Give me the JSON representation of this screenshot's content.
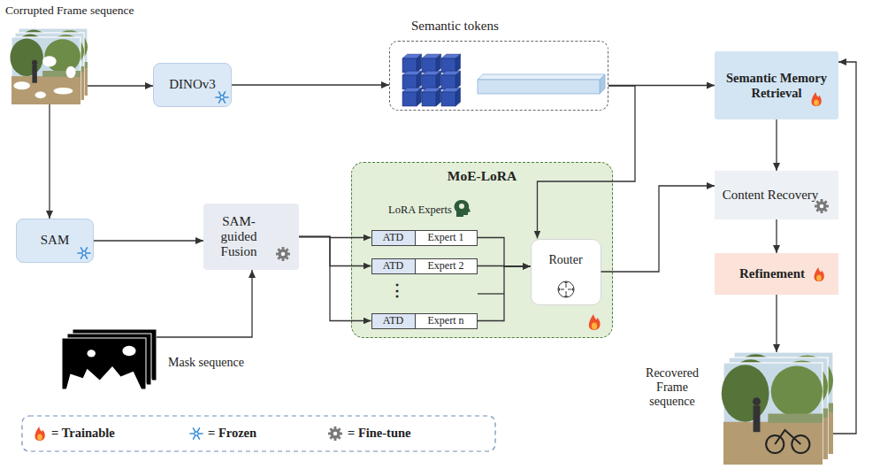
{
  "diagram": {
    "nodes": [
      {
        "text": [
          "DINOv3"
        ]
      },
      {
        "text": [
          "Semantic tokens"
        ]
      },
      {
        "text": [
          "Semantic Memory Retrieval"
        ]
      },
      {
        "text": [
          "SAM"
        ]
      },
      {
        "text": [
          "SAM-guided Fusion"
        ]
      },
      {
        "text": [
          "MoE-LoRA",
          "LoRA Experts"
        ]
      },
      {
        "text": [
          "ATD"
        ],
        "in": 5
      },
      {
        "text": [
          "Expert 1"
        ],
        "in": 5
      },
      {
        "text": [
          "ATD"
        ],
        "in": 5
      },
      {
        "text": [
          "Expert 2"
        ],
        "in": 5
      },
      {
        "text": [
          "ATD"
        ],
        "in": 5
      },
      {
        "text": [
          "Expert n"
        ],
        "in": 5
      },
      {
        "text": [
          "Router"
        ],
        "in": 5
      },
      {
        "text": [
          "Content Recovery"
        ]
      },
      {
        "text": [
          "Refinement"
        ]
      }
    ],
    "edges": [
      {
        "from": 0,
        "to": 1,
        "arrow": "to"
      },
      {
        "from": 1,
        "to": 2,
        "arrow": "to"
      },
      {
        "from": 1,
        "to": 12,
        "arrow": "to"
      },
      {
        "from": 3,
        "to": 4,
        "arrow": "to"
      },
      {
        "from": 4,
        "to": 6,
        "arrow": "to"
      },
      {
        "from": 4,
        "to": 8,
        "arrow": "to"
      },
      {
        "from": 4,
        "to": 10,
        "arrow": "to"
      },
      {
        "from": 7,
        "to": 12,
        "arrow": "to"
      },
      {
        "from": 9,
        "to": 12,
        "arrow": "to"
      },
      {
        "from": 11,
        "to": 12,
        "arrow": "to"
      },
      {
        "from": 12,
        "to": 13,
        "arrow": "to"
      },
      {
        "from": 2,
        "to": 13,
        "arrow": "to"
      },
      {
        "from": 13,
        "to": 14,
        "arrow": "to"
      }
    ],
    "labels": [
      "Corrupted Frame sequence",
      "⋮",
      "Mask sequence",
      "Recovered Frame sequence"
    ],
    "legend": [
      {
        "text": "= Trainable"
      },
      {
        "text": "= Frozen"
      },
      {
        "text": "= Fine-tune"
      }
    ]
  }
}
